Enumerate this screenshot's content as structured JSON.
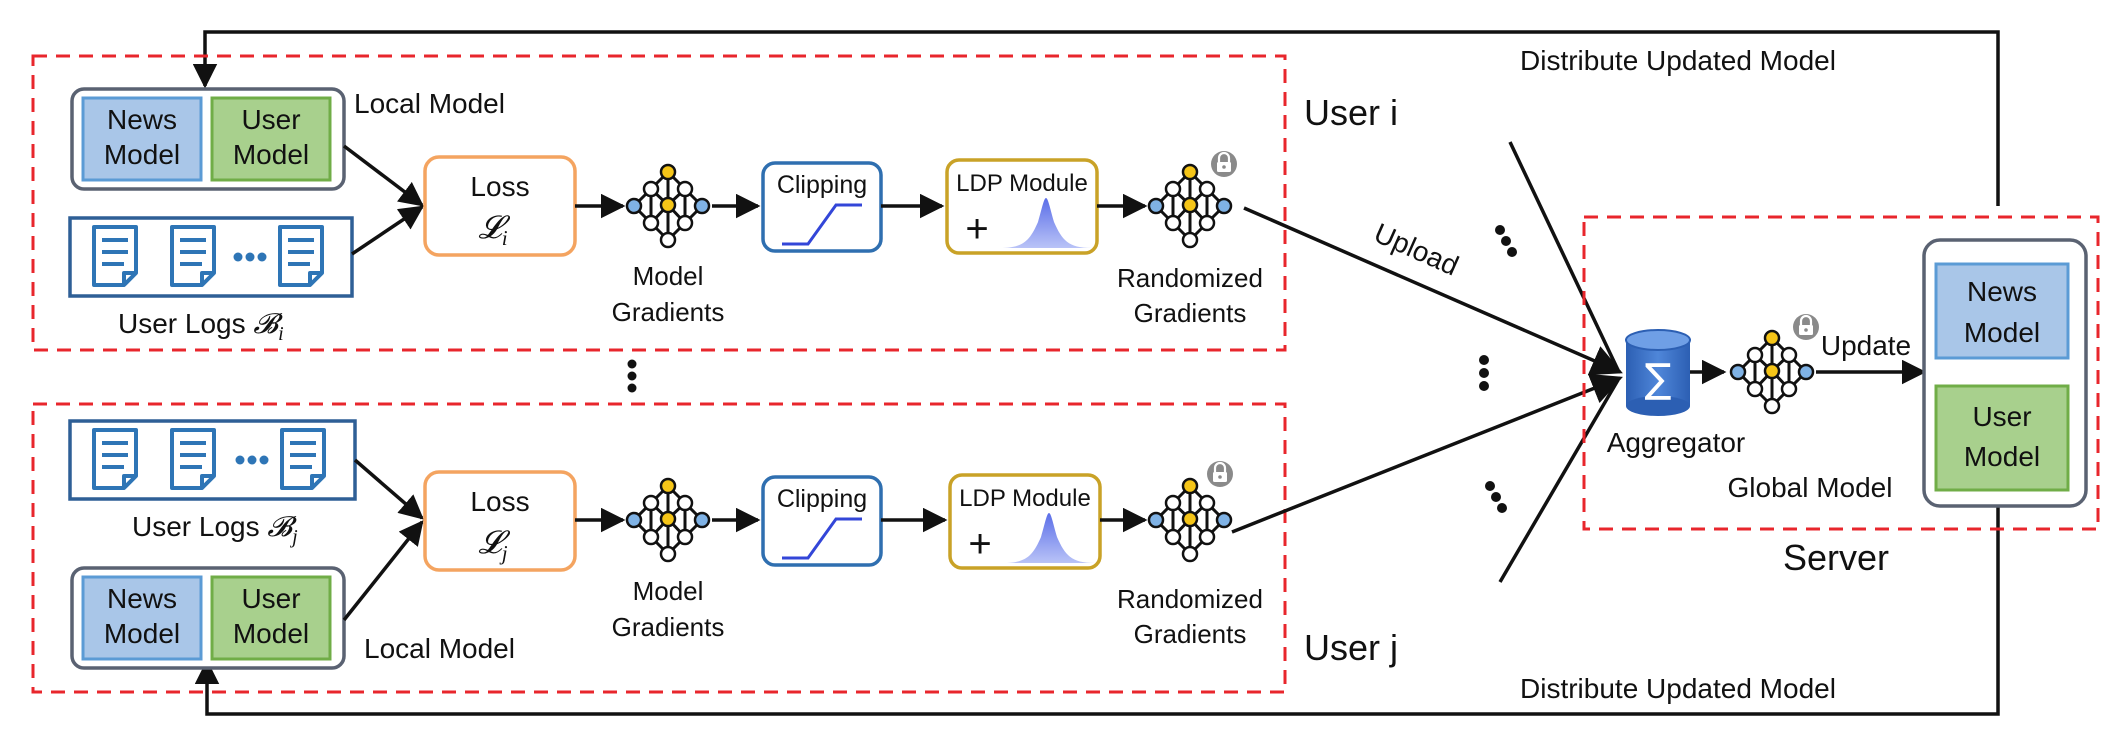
{
  "top_banner": "Distribute Updated Model",
  "bottom_banner": "Distribute Updated Model",
  "user_i": {
    "label": "User i",
    "news_model": [
      "News",
      "Model"
    ],
    "user_model": [
      "User",
      "Model"
    ],
    "local_model": "Local Model",
    "user_logs": "User Logs",
    "logs_symbol": "𝓑",
    "logs_sub": "i",
    "loss": "Loss",
    "loss_symbol": "𝓛",
    "loss_sub": "i",
    "model_gradients": [
      "Model",
      "Gradients"
    ],
    "clipping": "Clipping",
    "ldp_module": "LDP Module",
    "ldp_plus": "+",
    "randomized_gradients": [
      "Randomized",
      "Gradients"
    ]
  },
  "user_j": {
    "label": "User j",
    "news_model": [
      "News",
      "Model"
    ],
    "user_model": [
      "User",
      "Model"
    ],
    "local_model": "Local Model",
    "user_logs": "User Logs",
    "logs_symbol": "𝓑",
    "logs_sub": "j",
    "loss": "Loss",
    "loss_symbol": "𝓛",
    "loss_sub": "j",
    "model_gradients": [
      "Model",
      "Gradients"
    ],
    "clipping": "Clipping",
    "ldp_module": "LDP Module",
    "ldp_plus": "+",
    "randomized_gradients": [
      "Randomized",
      "Gradients"
    ]
  },
  "upload": "Upload",
  "server": {
    "label": "Server",
    "aggregator": "Aggregator",
    "sigma": "∑",
    "update": "Update",
    "global_model": "Global Model",
    "news_model": [
      "News",
      "Model"
    ],
    "user_model": [
      "User",
      "Model"
    ]
  },
  "colors": {
    "dash_red": "#e8262c",
    "news_blue_fill": "#a9c6e8",
    "news_blue_border": "#5b9bd5",
    "user_green_fill": "#a8d08d",
    "user_green_border": "#70ad47",
    "loss_orange": "#f4a460",
    "clip_blue": "#2f6fb0",
    "ldp_gold": "#c9a227",
    "node_gold": "#f5c518",
    "node_blue": "#7fb2e5",
    "doc_blue": "#2e75b6",
    "aggregator_blue": "#2e63b8"
  },
  "icons": {
    "network": "neural-network-icon",
    "lock": "lock-icon",
    "document": "document-icon",
    "database": "database-icon"
  }
}
